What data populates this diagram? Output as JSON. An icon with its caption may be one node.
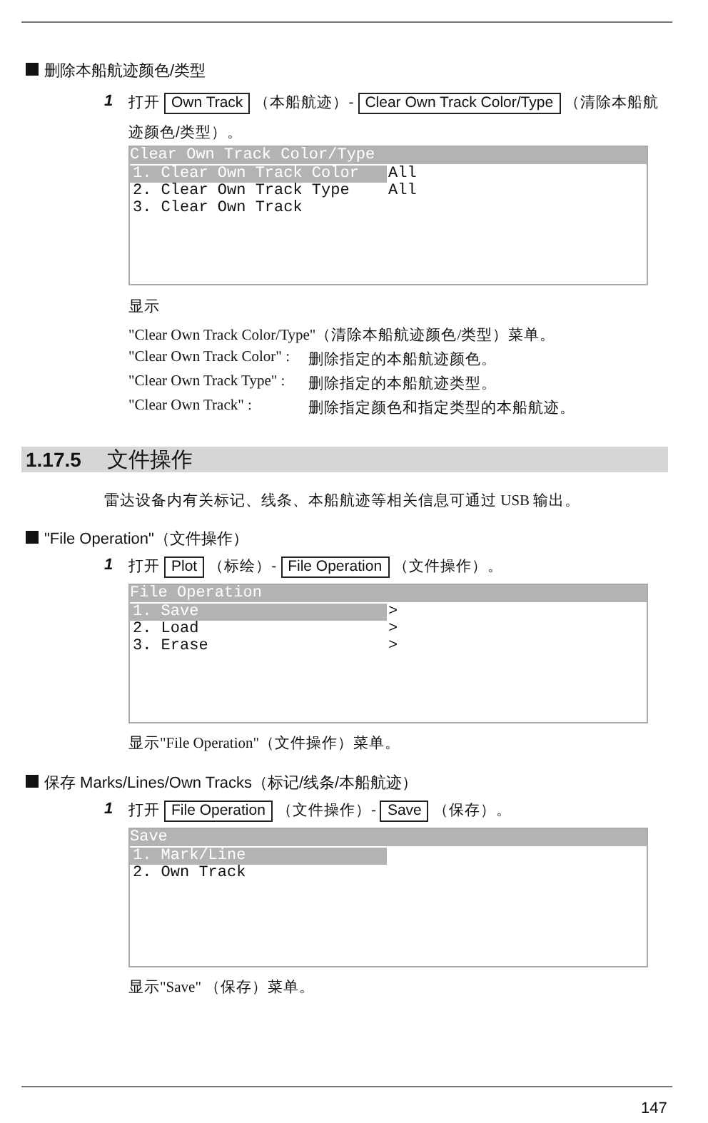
{
  "diagram": {
    "labels": [
      "删除本船航迹颜色/类型",
      "1",
      "打开",
      "Own Track",
      "（本船航迹）-",
      "Clear Own Track Color/Type",
      "（清除本船航迹颜色/类型）。",
      "Clear Own Track Color/Type",
      "1. Clear Own Track Color",
      "All",
      "2. Clear Own Track Type",
      "All",
      "3. Clear Own Track",
      "显示",
      "\"Clear Own Track Color/Type\"（清除本船航迹颜色/类型）菜单。",
      "\"Clear Own Track Color\" :",
      "删除指定的本船航迹颜色。",
      "\"Clear Own Track Type\" :",
      "删除指定的本船航迹类型。",
      "\"Clear Own Track\" :",
      "删除指定颜色和指定类型的本船航迹。",
      "1.17.5",
      "文件操作",
      "雷达设备内有关标记、线条、本船航迹等相关信息可通过 USB 输出。",
      "\"File Operation\"（文件操作）",
      "1",
      "打开",
      "Plot",
      "（标绘）-",
      "File Operation",
      "（文件操作）。",
      "File Operation",
      "1. Save",
      ">",
      "2. Load",
      ">",
      "3. Erase",
      ">",
      "显示\"File Operation\"（文件操作）菜单。",
      "保存 Marks/Lines/Own Tracks（标记/线条/本船航迹）",
      "1",
      "打开",
      "File Operation",
      "（文件操作）-",
      "Save",
      "（保存）。",
      "Save",
      "1. Mark/Line",
      "2. Own Track",
      "显示\"Save\" （保存）菜单。",
      "147"
    ]
  }
}
